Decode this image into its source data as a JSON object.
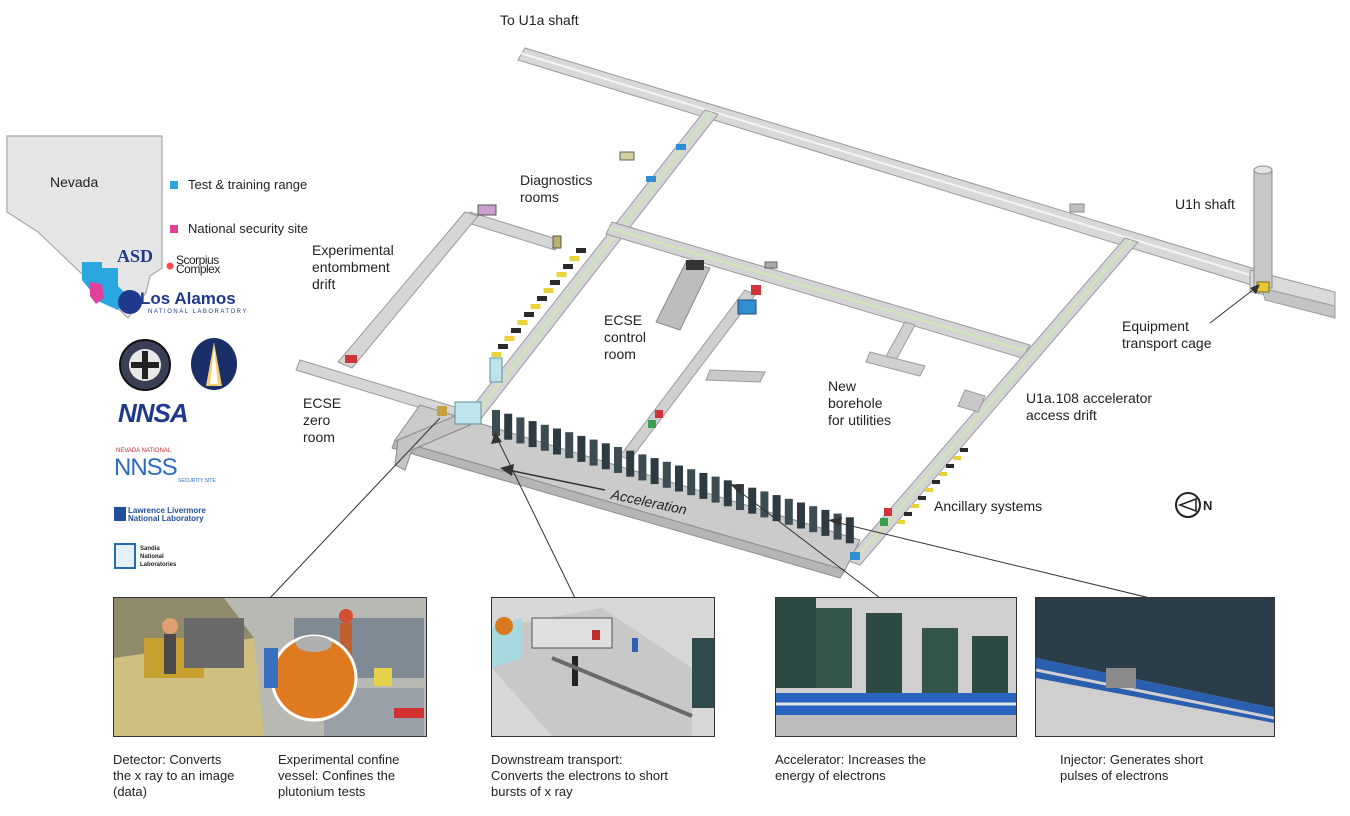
{
  "labels": {
    "to_u1a_shaft": "To U1a shaft",
    "u1h_shaft": "U1h shaft",
    "diagnostics_rooms": "Diagnostics\nrooms",
    "experimental_entombment_drift": "Experimental\nentombment\ndrift",
    "ecse_control_room": "ECSE\ncontrol\nroom",
    "ecse_zero_room": "ECSE\nzero\nroom",
    "new_borehole": "New\nborehole\nfor utilities",
    "u1a108_access_drift": "U1a.108 accelerator\naccess drift",
    "equipment_transport_cage": "Equipment\ntransport cage",
    "ancillary_systems": "Ancillary systems",
    "acceleration": "Acceleration",
    "north": "N"
  },
  "map": {
    "state_label": "Nevada",
    "legend": [
      {
        "label": "Test & training range",
        "color": "#29a8e0"
      },
      {
        "label": "National security site",
        "color": "#e0409a"
      }
    ],
    "overlap_text": "Scorpius\nComplex"
  },
  "logos": {
    "asd": "ASD",
    "los_alamos": "Los Alamos",
    "los_alamos_sub": "NATIONAL LABORATORY",
    "nnsa": "NNSA",
    "nnss_top": "NEVADA NATIONAL",
    "nnss": "NNSS",
    "nnss_sub": "SECURITY SITE",
    "llnl_1": "Lawrence Livermore",
    "llnl_2": "National Laboratory",
    "sandia_1": "Sandia",
    "sandia_2": "National",
    "sandia_3": "Laboratories"
  },
  "captions": {
    "detector": "Detector: Converts\nthe x ray to an image\n(data)",
    "confine_vessel": "Experimental confine\nvessel: Confines the\nplutonium tests",
    "downstream": "Downstream transport:\nConverts the electrons to short\nbursts of x ray",
    "accelerator": "Accelerator: Increases the\nenergy of electrons",
    "injector": "Injector: Generates short\npulses of electrons"
  }
}
